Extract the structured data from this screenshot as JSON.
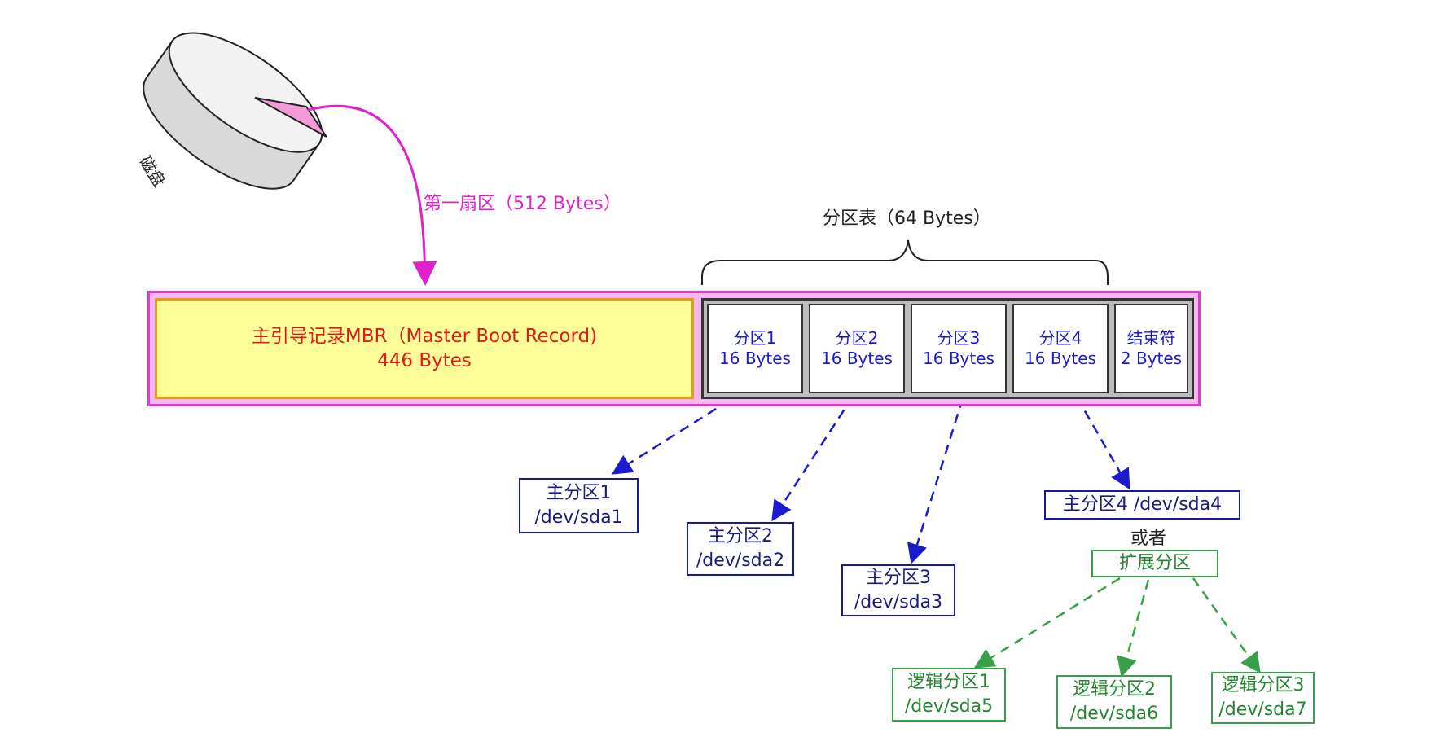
{
  "disk_label": "磁盘",
  "first_sector_label": "第一扇区（512 Bytes）",
  "partition_table_label": "分区表（64 Bytes）",
  "mbr": {
    "line1": "主引导记录MBR（Master Boot Record)",
    "line2": "446 Bytes"
  },
  "partition_cells": [
    {
      "name": "分区1",
      "size": "16 Bytes"
    },
    {
      "name": "分区2",
      "size": "16 Bytes"
    },
    {
      "name": "分区3",
      "size": "16 Bytes"
    },
    {
      "name": "分区4",
      "size": "16 Bytes"
    },
    {
      "name": "结束符",
      "size": "2 Bytes"
    }
  ],
  "primary_partitions": [
    {
      "name": "主分区1",
      "device": "/dev/sda1"
    },
    {
      "name": "主分区2",
      "device": "/dev/sda2"
    },
    {
      "name": "主分区3",
      "device": "/dev/sda3"
    }
  ],
  "partition4_label": "主分区4 /dev/sda4",
  "or_label": "或者",
  "extended_label": "扩展分区",
  "logical_partitions": [
    {
      "name": "逻辑分区1",
      "device": "/dev/sda5"
    },
    {
      "name": "逻辑分区2",
      "device": "/dev/sda6"
    },
    {
      "name": "逻辑分区3",
      "device": "/dev/sda7"
    }
  ],
  "colors": {
    "magenta": "#e020c8",
    "mbr_fill": "#ffff9a",
    "mbr_text": "#e21a1a",
    "primary": "#1a1ad0",
    "logical": "#38a048"
  }
}
